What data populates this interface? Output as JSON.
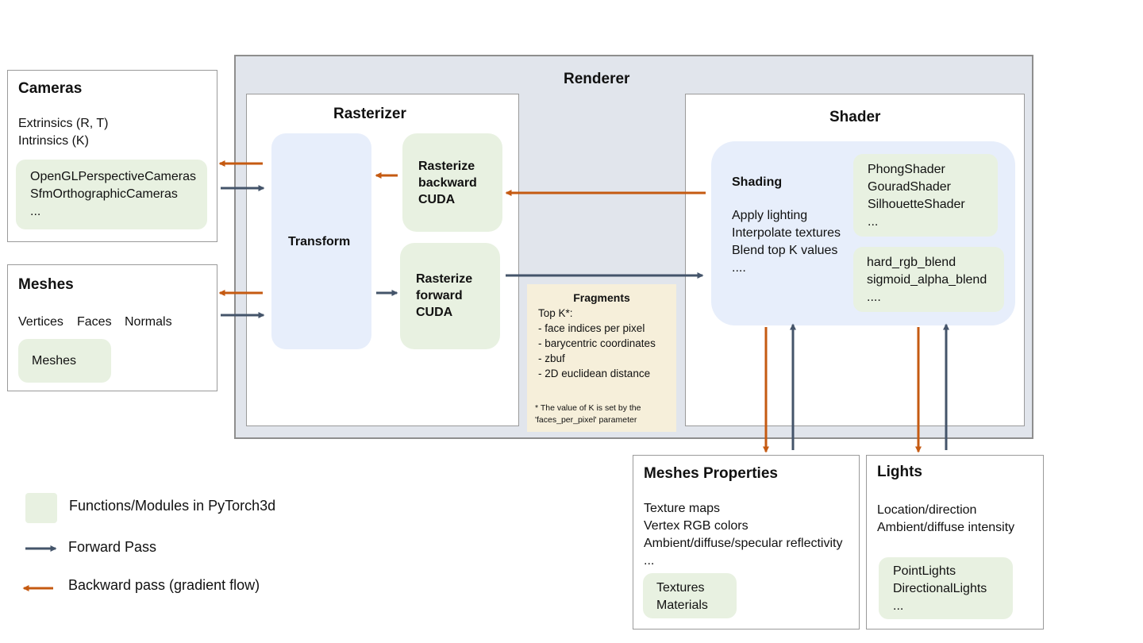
{
  "colors": {
    "forward": "#44546a",
    "backward": "#c55a11",
    "module_green": "#e8f1e1",
    "module_blue": "#e7eefb",
    "renderer_bg": "#e1e5ec",
    "fragments_bg": "#f6efda"
  },
  "renderer": {
    "title": "Renderer"
  },
  "rasterizer": {
    "title": "Rasterizer",
    "transform": "Transform",
    "backward_lines": [
      "Rasterize",
      "backward",
      "CUDA"
    ],
    "forward_lines": [
      "Rasterize",
      "forward",
      "CUDA"
    ]
  },
  "fragments": {
    "title": "Fragments",
    "lines": [
      "Top K*:",
      "- face indices per pixel",
      "- barycentric coordinates",
      "- zbuf",
      "- 2D euclidean distance"
    ],
    "note_lines": [
      "* The value of K is set by the",
      "'faces_per_pixel' parameter"
    ]
  },
  "shader": {
    "title": "Shader",
    "shading_title": "Shading",
    "shading_lines": [
      "Apply lighting",
      "Interpolate textures",
      "Blend top K values",
      "...."
    ],
    "shaders": [
      "PhongShader",
      "GouradShader",
      "SilhouetteShader",
      "..."
    ],
    "blends": [
      "hard_rgb_blend",
      "sigmoid_alpha_blend",
      "...."
    ]
  },
  "cameras": {
    "title": "Cameras",
    "lines": [
      "Extrinsics (R, T)",
      "Intrinsics (K)"
    ],
    "classes": [
      "OpenGLPerspectiveCameras",
      "SfmOrthographicCameras",
      "..."
    ]
  },
  "meshes": {
    "title": "Meshes",
    "attrs": [
      "Vertices",
      "Faces",
      "Normals"
    ],
    "class_label": "Meshes"
  },
  "mesh_props": {
    "title": "Meshes Properties",
    "lines": [
      "Texture maps",
      "Vertex RGB colors",
      "Ambient/diffuse/specular reflectivity",
      "..."
    ],
    "classes": [
      "Textures",
      "Materials"
    ]
  },
  "lights": {
    "title": "Lights",
    "lines": [
      "Location/direction",
      "Ambient/diffuse intensity"
    ],
    "classes": [
      "PointLights",
      "DirectionalLights",
      "..."
    ]
  },
  "legend": {
    "modules": "Functions/Modules in PyTorch3d",
    "forward": "Forward Pass",
    "backward": "Backward pass (gradient flow)"
  }
}
